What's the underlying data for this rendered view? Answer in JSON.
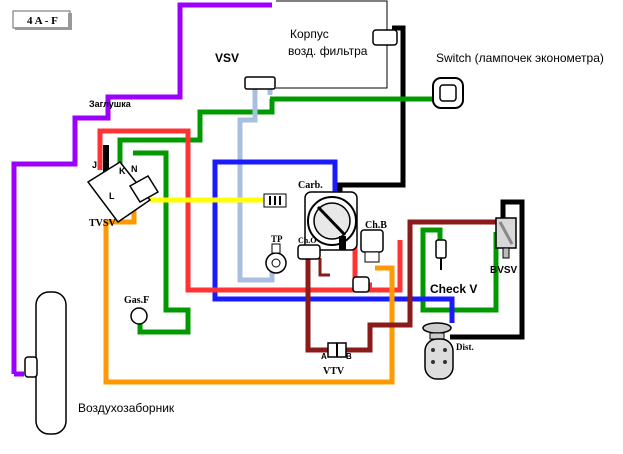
{
  "header": {
    "engine_label": "4 A - F"
  },
  "labels": {
    "korpus_line1": "Корпус",
    "korpus_line2": "возд. фильтра",
    "vsv": "VSV",
    "switch": "Switch (лампочек эконометра)",
    "zaglushka": "Заглушка",
    "j": "J",
    "k": "K",
    "n": "N",
    "l": "L",
    "tvsv": "TVSV",
    "carb": "Carb.",
    "chb": "Ch.B",
    "cho": "Ch.O",
    "tp": "TP",
    "gasf": "Gas.F",
    "check_v": "Check V",
    "bvsv": "BVSV",
    "dist": "Dist.",
    "a": "A",
    "b": "B",
    "vtv": "VTV",
    "vozduhozabornik": "Воздухозаборник"
  },
  "colors": {
    "purple": "#9b00ff",
    "black": "#000000",
    "green": "#009a00",
    "lightblue": "#aabfe0",
    "blue": "#1a1aff",
    "red": "#ff3333",
    "yellow": "#ffff00",
    "orange": "#ff9900",
    "darkred": "#8b1a1a"
  }
}
